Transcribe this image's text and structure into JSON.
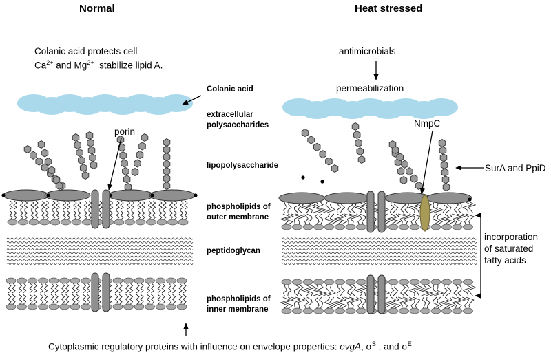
{
  "headers": {
    "normal": "Normal",
    "heat": "Heat stressed"
  },
  "left_note": {
    "line1": "Colanic acid protects cell",
    "ca": "Ca",
    "ca_sup": "2+",
    "and": " and Mg",
    "mg_sup": "2+",
    "tail": "  stabilize lipid A."
  },
  "center_labels": {
    "colanic": "Colanic acid",
    "eps_1": "extracellular",
    "eps_2": "polysaccharides",
    "lps": "lipopolysaccharide",
    "om_1": "phospholipids of",
    "om_2": "outer membrane",
    "pg": "peptidoglycan",
    "im_1": "phospholipids of",
    "im_2": "inner membrane"
  },
  "callouts": {
    "porin": "porin",
    "antimicrobials": "antimicrobials",
    "permeabilization": "permeabilization",
    "nmpc": "NmpC",
    "sura": "SurA and PpiD",
    "sat_1": "incorporation",
    "sat_2": "of saturated",
    "sat_3": "fatty acids"
  },
  "bottom": {
    "text": "Cytoplasmic regulatory proteins with influence on envelope properties: ",
    "gene": "evgA",
    "sep1": ", σ",
    "sup1": "S",
    "sep2": " , and σ",
    "sup2": "E"
  },
  "colors": {
    "cloud": "#a9d9ea",
    "protein": "#8f8f8f",
    "lipid_head": "#a9a9a9",
    "nmpc": "#a89a57",
    "hexagon": "#9a9a9a"
  }
}
